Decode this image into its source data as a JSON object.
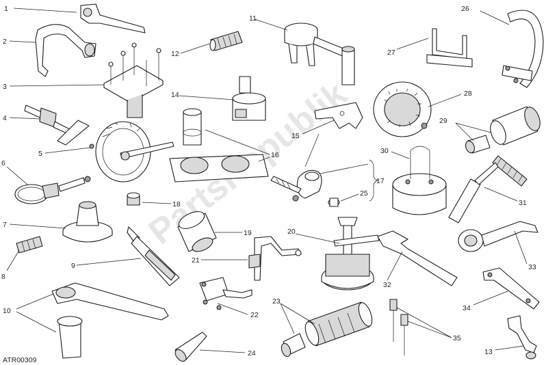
{
  "diagram": {
    "code": "ATR00309",
    "watermark": "PartsRepublik",
    "callouts": [
      "1",
      "2",
      "3",
      "4",
      "5",
      "6",
      "7",
      "8",
      "9",
      "10",
      "11",
      "12",
      "13",
      "14",
      "15",
      "16",
      "17",
      "18",
      "19",
      "20",
      "21",
      "22",
      "23",
      "24",
      "25",
      "26",
      "27",
      "28",
      "29",
      "30",
      "31",
      "32",
      "33",
      "34",
      "35"
    ]
  }
}
